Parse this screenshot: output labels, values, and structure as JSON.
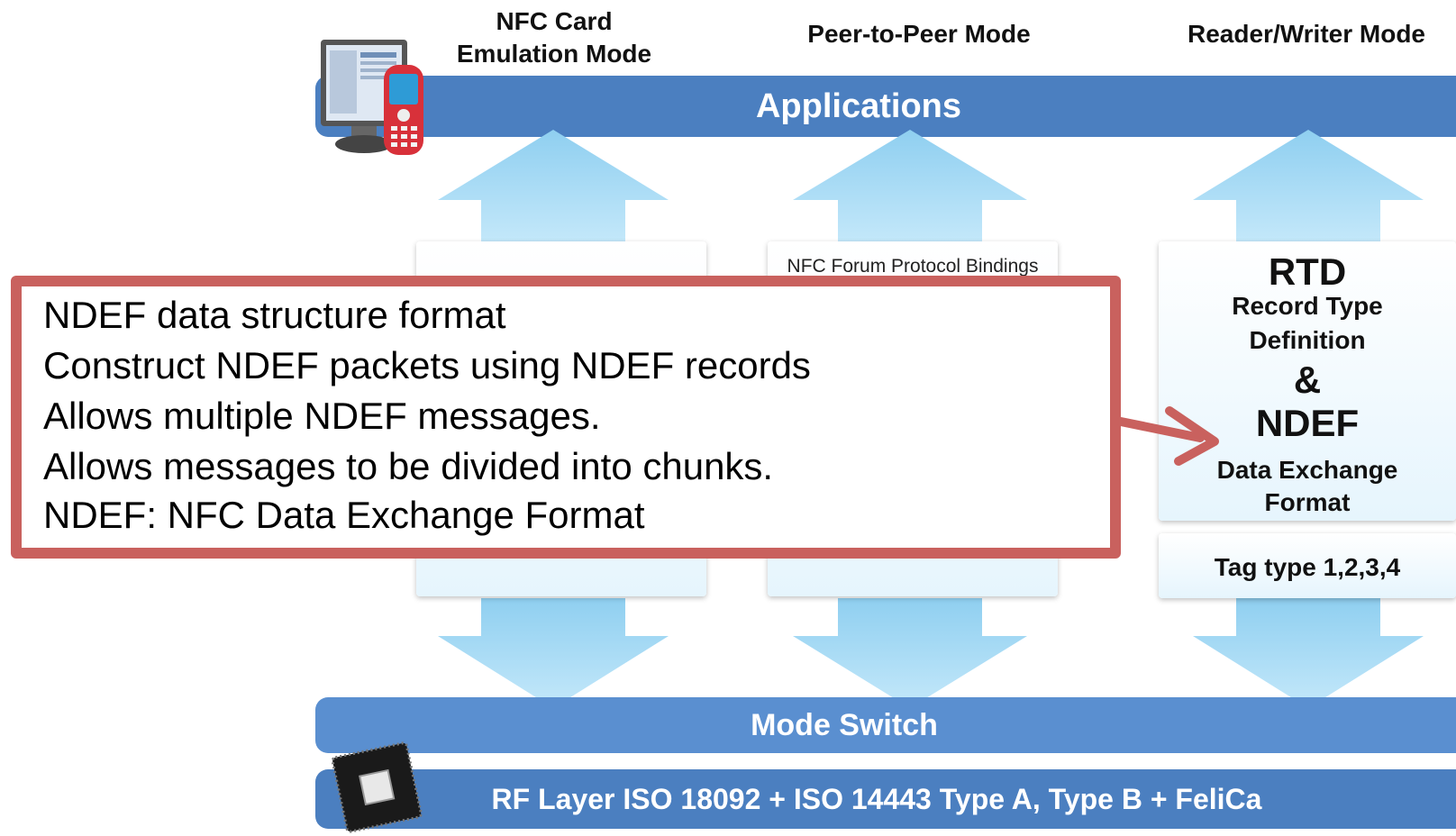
{
  "modes": {
    "card_emulation": "NFC Card Emulation Mode",
    "card_emulation_line1": "NFC Card",
    "card_emulation_line2": "Emulation Mode",
    "peer_to_peer": "Peer-to-Peer Mode",
    "reader_writer": "Reader/Writer Mode"
  },
  "bands": {
    "applications": "Applications",
    "mode_switch": "Mode Switch",
    "rf_layer": "RF Layer ISO 18092 + ISO 14443 Type A, Type B + FeliCa"
  },
  "p2p_panel": {
    "label": "NFC Forum Protocol Bindings"
  },
  "rtd_panel": {
    "rtd": "RTD",
    "rtd_line1": "Record Type",
    "rtd_line2": "Definition",
    "ampersand": "&",
    "ndef": "NDEF",
    "ndef_line1": "Data Exchange",
    "ndef_line2": "Format"
  },
  "tag_panel": {
    "label": "Tag type 1,2,3,4"
  },
  "callout": {
    "lines": [
      "NDEF data structure format",
      "Construct NDEF packets using NDEF records",
      "Allows multiple NDEF messages.",
      "Allows messages to be divided into chunks.",
      "NDEF: NFC Data Exchange Format"
    ]
  },
  "colors": {
    "band_blue": "#4b7fc0",
    "mode_switch_blue": "#5a8fd0",
    "arrow_blue": "#9fd6f2",
    "callout_border": "#c9615e"
  },
  "icons": [
    "computer-phone-icon",
    "chip-icon"
  ]
}
